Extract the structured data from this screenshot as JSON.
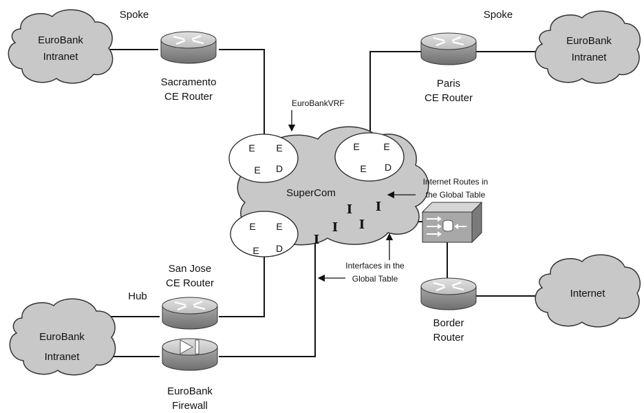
{
  "clouds": {
    "sacramento_intranet": [
      "EuroBank",
      "Intranet"
    ],
    "paris_intranet": [
      "EuroBank",
      "Intranet"
    ],
    "sanjose_intranet": [
      "EuroBank",
      "Intranet"
    ],
    "internet": "Internet",
    "supercom": "SuperCom"
  },
  "roles": {
    "spoke_left": "Spoke",
    "spoke_right": "Spoke",
    "hub": "Hub"
  },
  "devices": {
    "sacramento": [
      "Sacramento",
      "CE Router"
    ],
    "paris": [
      "Paris",
      "CE Router"
    ],
    "sanjose": [
      "San Jose",
      "CE Router"
    ],
    "firewall": [
      "EuroBank",
      "Firewall"
    ],
    "border": [
      "Border",
      "Router"
    ]
  },
  "annotations": {
    "vrf_name": "EuroBankVRF",
    "internet_routes": [
      "Internet Routes in",
      "the Global Table"
    ],
    "interfaces_global": [
      "Interfaces in the",
      "Global Table"
    ]
  },
  "vrf_tables": {
    "left_top": [
      "E",
      "E",
      "E",
      "D"
    ],
    "right_top": [
      "E",
      "E",
      "E",
      "D"
    ],
    "left_bottom": [
      "E",
      "E",
      "E",
      "D"
    ]
  },
  "global_marker": "I",
  "icons": {
    "router": "router-icon",
    "firewall": "firewall-icon",
    "switch": "multilayer-switch-icon",
    "cloud": "cloud-icon"
  },
  "colors": {
    "cloud_fill": "#c8c8c8",
    "router_fill": "#b8b8b8",
    "switch_fill": "#a8a8a8",
    "line": "#111111"
  }
}
